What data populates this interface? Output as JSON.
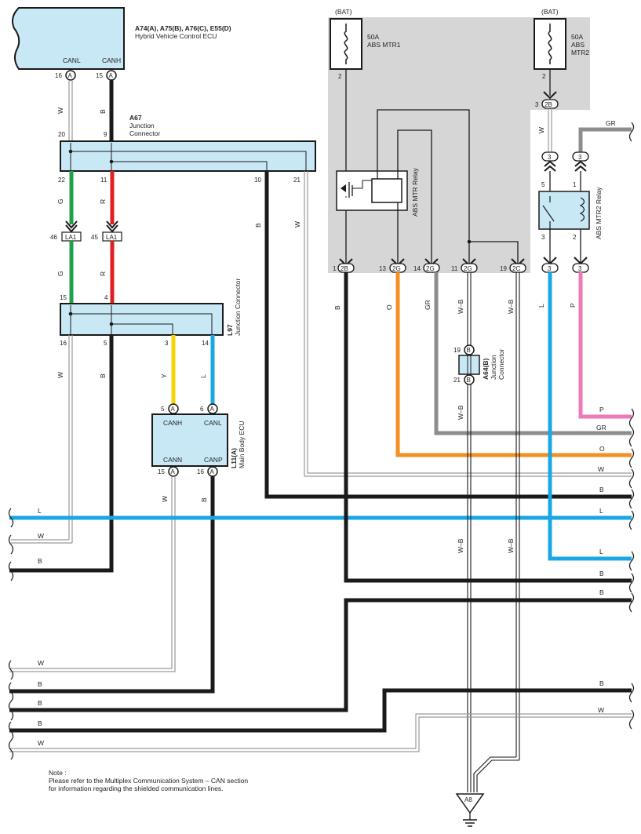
{
  "components": {
    "hv_ecu": {
      "code": "A74(A), A75(B), A76(C), E55(D)",
      "name": "Hybrid Vehicle Control ECU",
      "canl": "CANL",
      "canh": "CANH",
      "pin_canl": "16",
      "pin_canh": "15",
      "conn": "A"
    },
    "a67": {
      "code": "A67",
      "name_1": "Junction",
      "name_2": "Connector",
      "pins": {
        "p20": "20",
        "p9": "9",
        "p22": "22",
        "p11": "11",
        "p10": "10",
        "p21": "21"
      }
    },
    "la1": {
      "label": "LA1",
      "pin_left": "46",
      "pin_right": "45"
    },
    "l97": {
      "code": "L97",
      "name": "Junction Connector",
      "pins": {
        "p15": "15",
        "p4": "4",
        "p16": "16",
        "p5": "5",
        "p3": "3",
        "p14": "14"
      }
    },
    "l11": {
      "code": "L11(A)",
      "name": "Main Body ECU",
      "canh": "CANH",
      "canl": "CANL",
      "cann": "CANN",
      "canp": "CANP",
      "pin_canh": "5",
      "pin_canl": "6",
      "pin_cann": "15",
      "pin_canp": "16",
      "conn": "A"
    },
    "fuse1": {
      "bat": "(BAT)",
      "rating": "50A",
      "name": "ABS MTR1",
      "pin": "2"
    },
    "fuse2": {
      "bat": "(BAT)",
      "rating": "50A",
      "name_1": "ABS",
      "name_2": "MTR2",
      "pin": "2"
    },
    "relay1": {
      "name": "ABS MTR Relay"
    },
    "relay2": {
      "name": "ABS MTR2 Relay",
      "pin5": "5",
      "pin1": "1",
      "pin3": "3",
      "pin2": "2"
    },
    "a64": {
      "code": "A64(B)",
      "name_1": "Junction",
      "name_2": "Connector",
      "pin_top": "19",
      "pin_bottom": "21",
      "conn": "B"
    },
    "ground": {
      "label": "A8"
    },
    "conn_2b_top": {
      "pin": "3",
      "label": "2B"
    },
    "conn_3": {
      "label": "3"
    },
    "bottom_conns": [
      {
        "pin": "1",
        "label": "2B"
      },
      {
        "pin": "13",
        "label": "2G"
      },
      {
        "pin": "14",
        "label": "2G"
      },
      {
        "pin": "11",
        "label": "2G"
      },
      {
        "pin": "19",
        "label": "2C"
      }
    ]
  },
  "wire_colors": {
    "W": "W",
    "B": "B",
    "G": "G",
    "R": "R",
    "Y": "Y",
    "L": "L",
    "O": "O",
    "GR": "GR",
    "P": "P",
    "WB": "W–B"
  },
  "palette": {
    "black": "#1a1a1a",
    "white_wire": "#9a9a9a",
    "green": "#1fa04a",
    "red": "#e02020",
    "yellow": "#f5d400",
    "blue": "#1aa7e6",
    "orange": "#f39020",
    "gray": "#8d8d8d",
    "pink": "#ee79b7",
    "comp_fill": "#c9e8f5",
    "shade": "#d6d6d6"
  },
  "note": {
    "title": "Note :",
    "line1": "Please refer to the Multiplex Communication System – CAN section",
    "line2": "for information regarding the shielded communication lines."
  }
}
